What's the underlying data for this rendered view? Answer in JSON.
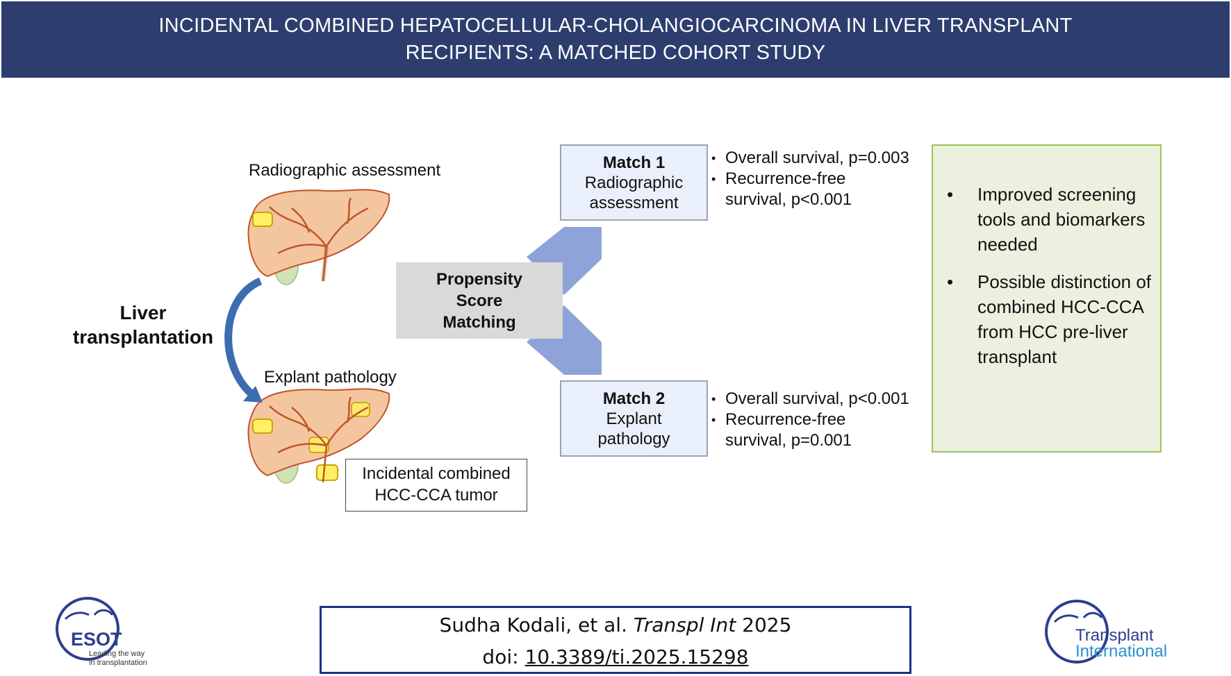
{
  "header": {
    "title_line1": "INCIDENTAL COMBINED HEPATOCELLULAR-CHOLANGIOCARCINOMA IN LIVER TRANSPLANT",
    "title_line2": "RECIPIENTS: A MATCHED COHORT STUDY"
  },
  "left": {
    "radiographic_label": "Radiographic assessment",
    "explant_label": "Explant pathology",
    "transplant_line1": "Liver",
    "transplant_line2": "transplantation",
    "incidental_line1": "Incidental combined",
    "incidental_line2": "HCC-CCA tumor"
  },
  "center": {
    "propensity_line1": "Propensity",
    "propensity_line2": "Score",
    "propensity_line3": "Matching"
  },
  "match1": {
    "title": "Match 1",
    "line1": "Radiographic",
    "line2": "assessment",
    "results": [
      {
        "line1": "Overall survival, p=0.003"
      },
      {
        "line1": "Recurrence-free",
        "line2": "survival, p<0.001"
      }
    ]
  },
  "match2": {
    "title": "Match 2",
    "line1": "Explant",
    "line2": "pathology",
    "results": [
      {
        "line1": "Overall survival, p<0.001"
      },
      {
        "line1": "Recurrence-free",
        "line2": "survival, p=0.001"
      }
    ]
  },
  "conclusions": [
    {
      "text": "Improved screening tools and biomarkers needed"
    },
    {
      "text": "Possible distinction of combined HCC-CCA from HCC pre-liver transplant"
    }
  ],
  "citation": {
    "authors": "Sudha Kodali, et al.",
    "journal": "Transpl Int",
    "year": "2025",
    "doi_prefix": "doi:",
    "doi": "10.3389/ti.2025.15298"
  },
  "logos": {
    "esot_name": "ESOT",
    "esot_tagline1": "Leading the way",
    "esot_tagline2": "in transplantation",
    "ti_line1": "Transplant",
    "ti_line2": "International"
  },
  "colors": {
    "header_bg": "#2d3e6e",
    "arrow_blue": "#8ea3d8",
    "liver_fill": "#f4c6a0",
    "liver_stroke": "#c0542a",
    "tumor_yellow": "#fff066",
    "conclusion_bg": "#ebf1de",
    "conclusion_border": "#9bc358",
    "match_box_bg": "#eaf0fb"
  }
}
